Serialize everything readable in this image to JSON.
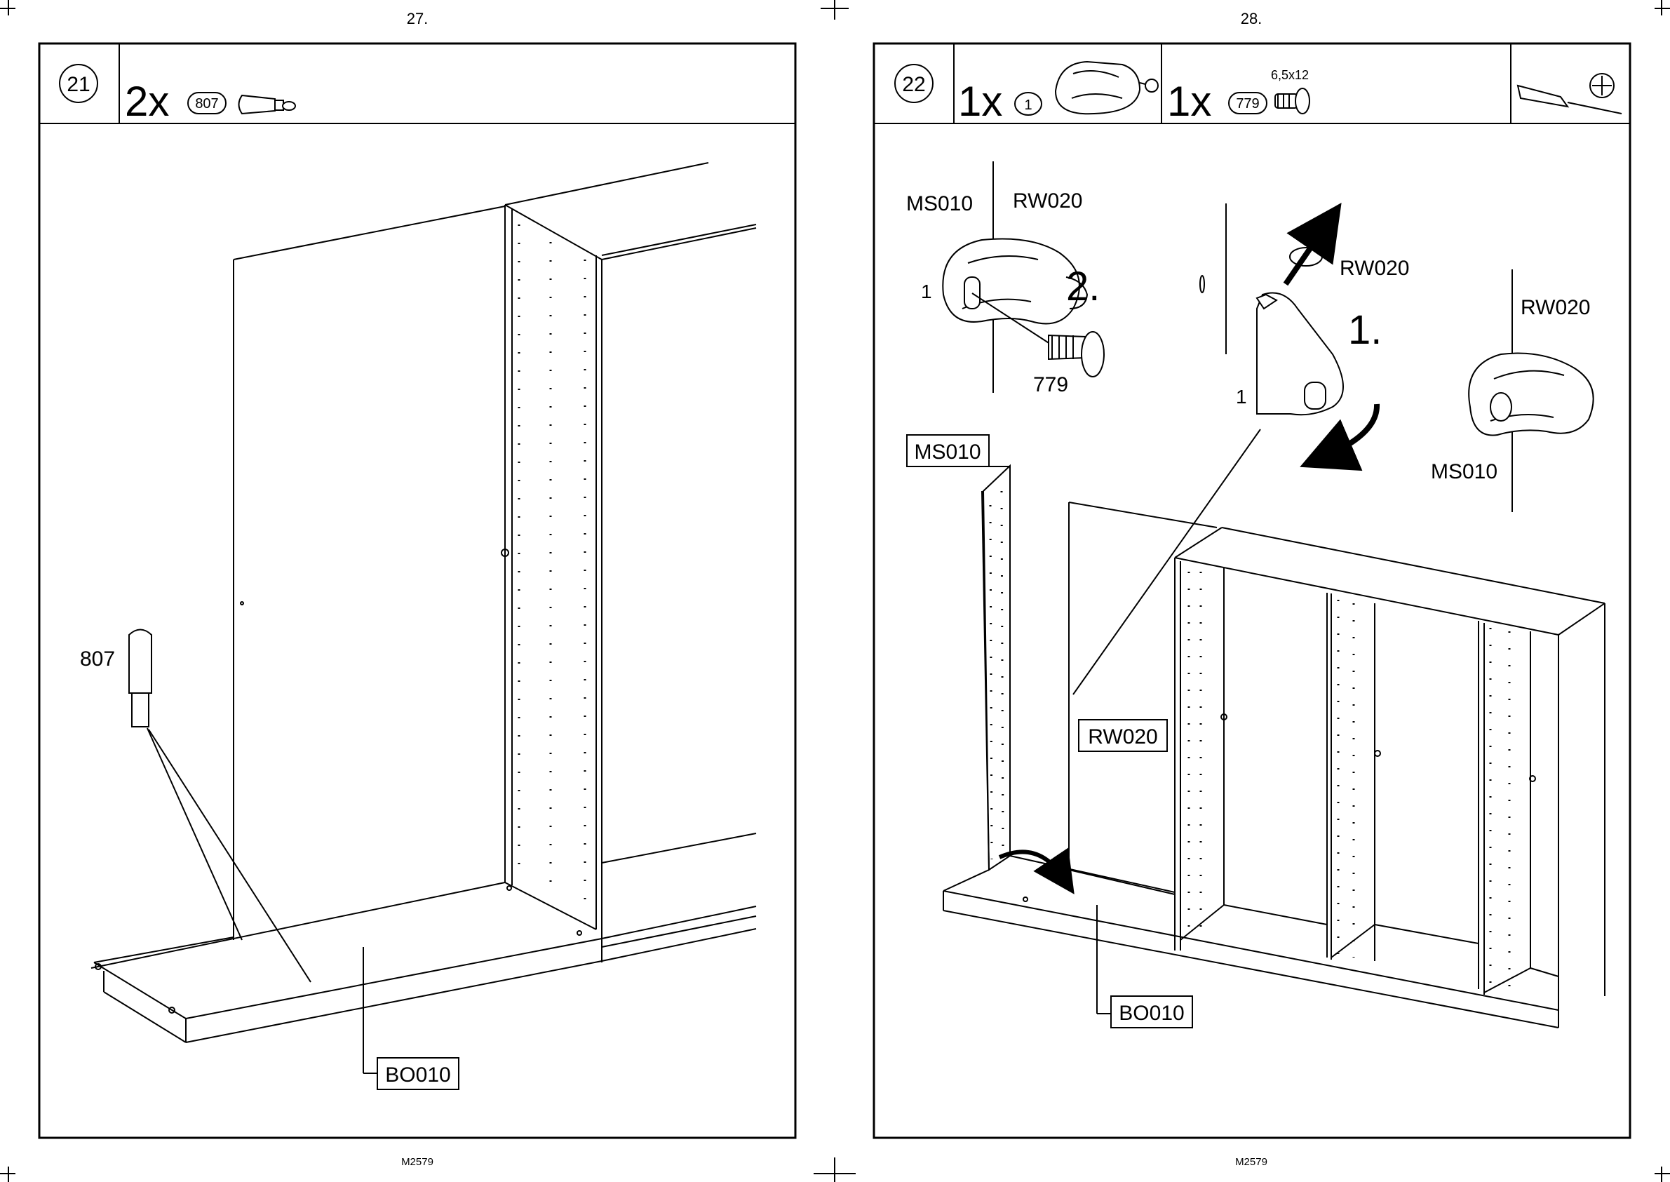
{
  "pages": [
    {
      "page_number": "27.",
      "footer_code": "M2579",
      "step": "21",
      "parts": [
        {
          "qty": "2x",
          "part": "807"
        }
      ],
      "labels": {
        "dowel": "807",
        "board": "BO010"
      }
    },
    {
      "page_number": "28.",
      "footer_code": "M2579",
      "step": "22",
      "parts": [
        {
          "qty": "1x",
          "part": "1"
        },
        {
          "qty": "1x",
          "part": "779",
          "size": "6,5x12"
        }
      ],
      "labels": {
        "ms_top": "MS010",
        "rw_top": "RW020",
        "one_left": "1",
        "step_two": "2.",
        "screw": "779",
        "rw_mid": "RW020",
        "step_one": "1.",
        "one_mid": "1",
        "rw_right": "RW020",
        "ms_right": "MS010",
        "ms_box": "MS010",
        "rw_box": "RW020",
        "bo_box": "BO010"
      }
    }
  ],
  "icons": {
    "tool": "phillips-screwdriver-icon"
  }
}
